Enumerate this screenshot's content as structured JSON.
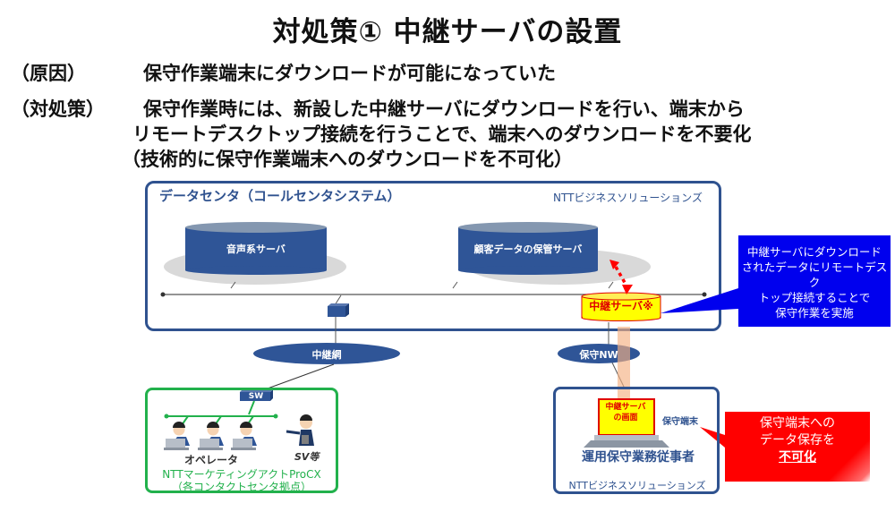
{
  "title": "対処策① 中継サーバの設置",
  "cause": {
    "label": "（原因）",
    "text": "保守作業端末にダウンロードが可能になっていた"
  },
  "countermeasure": {
    "label": "（対処策）",
    "lines": [
      "保守作業時には、新設した中継サーバにダウンロードを行い、端末から",
      "リモートデスクトップ接続を行うことで、端末へのダウンロードを不要化",
      "（技術的に保守作業端末へのダウンロードを不可化）"
    ]
  },
  "diagram": {
    "data_center": {
      "title": "データセンタ（コールセンタシステム）",
      "owner": "NTTビジネスソリューションズ",
      "servers": [
        {
          "label": "音声系サーバ"
        },
        {
          "label": "顧客データの保管サーバ"
        }
      ],
      "relay_server": {
        "label": "中継サーバ※",
        "color": "#ffff00",
        "border": "#e00000"
      }
    },
    "networks": [
      {
        "label": "中継網"
      },
      {
        "label": "保守NW"
      }
    ],
    "contact_center": {
      "switch_label": "SW",
      "operators_label": "オペレータ",
      "supervisor_label": "SV等",
      "org_lines": [
        "NTTマーケティングアクトProCX",
        "（各コンタクトセンタ拠点）"
      ],
      "border_color": "#22b14c"
    },
    "maintenance": {
      "screen_lines": [
        "中継サーバ",
        "の画面"
      ],
      "terminal_label": "保守端末",
      "worker_label": "運用保守業務従事者",
      "owner": "NTTビジネスソリューションズ"
    },
    "callout_blue": {
      "lines": [
        "中継サーバにダウンロード",
        "されたデータにリモートデスク",
        "トップ接続することで",
        "保守作業を実施"
      ],
      "color": "#0000ee"
    },
    "callout_red": {
      "lines": [
        "保守端末への",
        "データ保存を"
      ],
      "emphasis": "不可化",
      "color": "#ff0000"
    }
  },
  "colors": {
    "navy": "#2f528f",
    "server_fill": "#2f5597",
    "green": "#22b14c",
    "red": "#e00000"
  }
}
